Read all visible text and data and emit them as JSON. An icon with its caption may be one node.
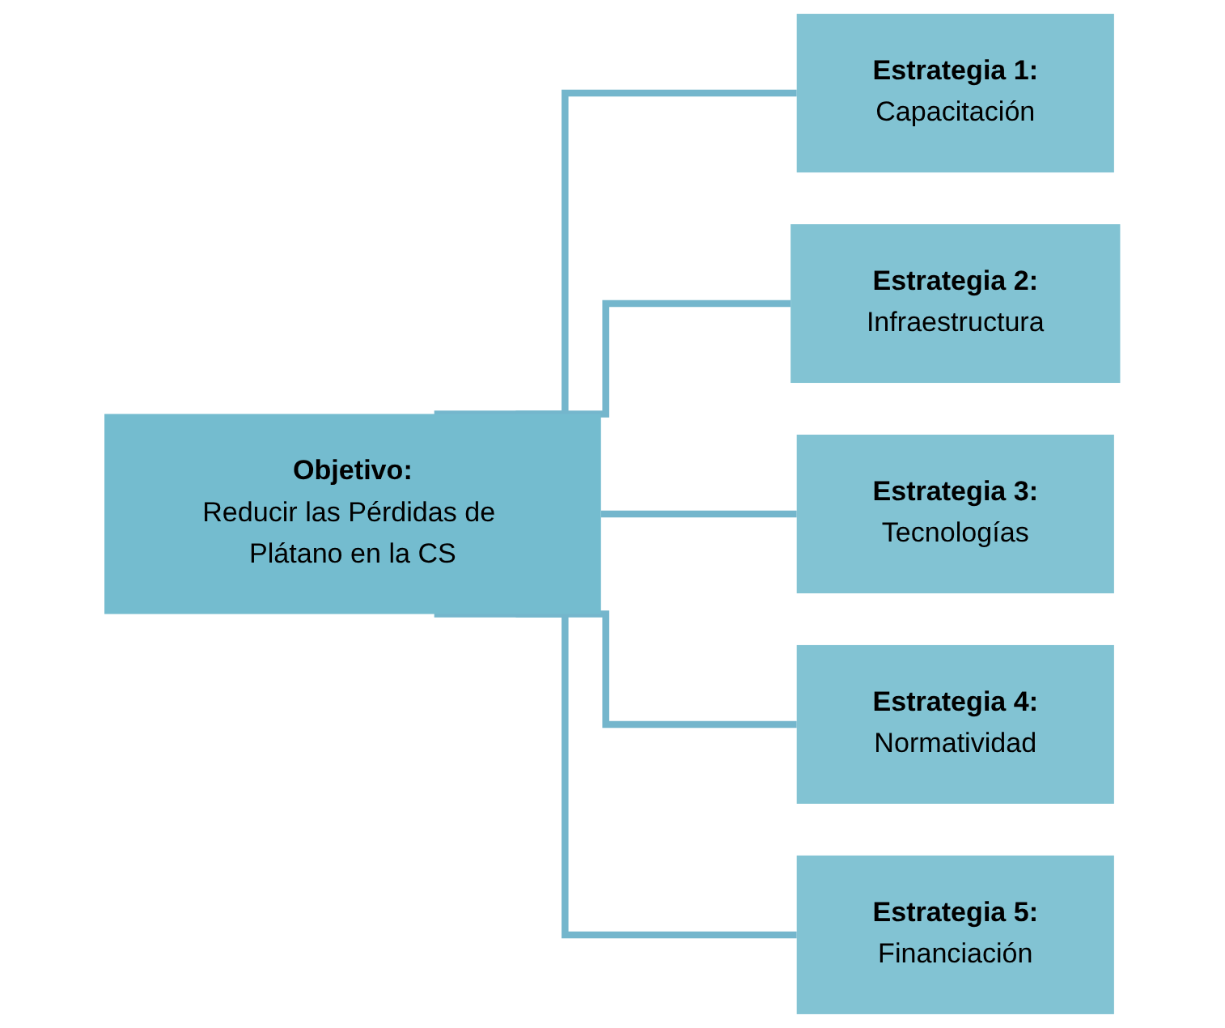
{
  "diagram": {
    "nodes": [
      {
        "text": [
          "Objetivo:",
          "Reducir las Pérdidas de Plátano en la CS"
        ]
      },
      {
        "text": [
          "Estrategia 1:",
          "Capacitación"
        ]
      },
      {
        "text": [
          "Estrategia 2:",
          "Infraestructura"
        ]
      },
      {
        "text": [
          "Estrategia 3:",
          "Tecnologías"
        ]
      },
      {
        "text": [
          "Estrategia 4:",
          "Normatividad"
        ]
      },
      {
        "text": [
          "Estrategia 5:",
          "Financiación"
        ]
      }
    ],
    "edges": [
      {
        "from": 0,
        "to": 1,
        "arrow": "none"
      },
      {
        "from": 0,
        "to": 2,
        "arrow": "none"
      },
      {
        "from": 0,
        "to": 3,
        "arrow": "none"
      },
      {
        "from": 0,
        "to": 4,
        "arrow": "none"
      },
      {
        "from": 0,
        "to": 5,
        "arrow": "none"
      }
    ]
  }
}
